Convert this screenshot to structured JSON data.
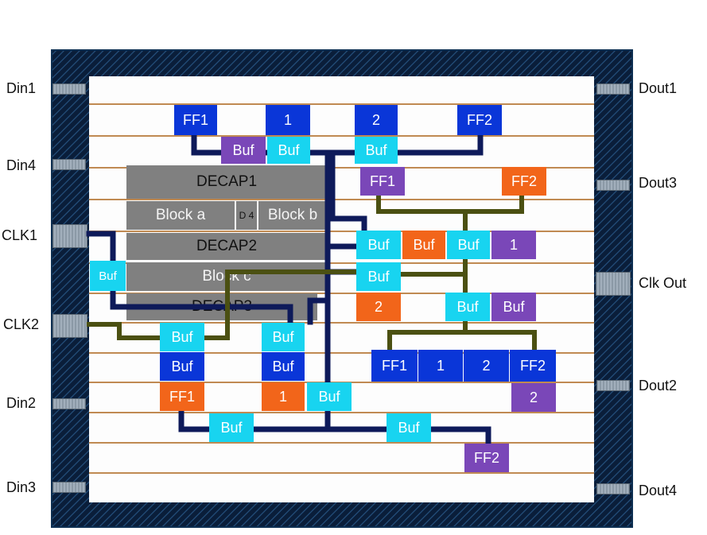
{
  "pins": {
    "din1": "Din1",
    "din4": "Din4",
    "clk1": "CLK1",
    "clk2": "CLK2",
    "din2": "Din2",
    "din3": "Din3",
    "dout1": "Dout1",
    "dout3": "Dout3",
    "clk_out": "Clk Out",
    "dout2": "Dout2",
    "dout4": "Dout4"
  },
  "blocks": {
    "decap1": "DECAP1",
    "block_a": "Block a",
    "d4": "D 4",
    "block_b": "Block b",
    "decap2": "DECAP2",
    "block_c": "Block c",
    "decap3": "DECAP3"
  },
  "cells": {
    "ff1_top": "FF1",
    "n1_top": "1",
    "n2_top": "2",
    "ff2_top": "FF2",
    "buf_pu_top": "Buf",
    "buf_top_a": "Buf",
    "buf_top_b": "Buf",
    "ff1_pu": "FF1",
    "ff2_or": "FF2",
    "buf_left": "Buf",
    "buf_mid1": "Buf",
    "buf_or_mid": "Buf",
    "buf_mid2": "Buf",
    "n1_pu_mid": "1",
    "buf_mid3": "Buf",
    "n2_or_mid": "2",
    "buf_mid4": "Buf",
    "buf_pu_mid": "Buf",
    "buf_l1": "Buf",
    "buf_l2": "Buf",
    "ff1_or_bot": "FF1",
    "buf_c1": "Buf",
    "buf_c2": "Buf",
    "n1_or_bot": "1",
    "buf_c3": "Buf",
    "ff1_row": "FF1",
    "n1_row": "1",
    "n2_row": "2",
    "ff2_row": "FF2",
    "n2_pu_bot": "2",
    "buf_b1": "Buf",
    "buf_b2": "Buf",
    "ff2_pu_bot": "FF2"
  },
  "colors": {
    "flipflop": "#0a36d8",
    "buffer": "#18d4f0",
    "purple_cell": "#7a47b8",
    "orange_cell": "#f2651a",
    "macro": "#808080",
    "clock_net": "#4b5012",
    "data_net": "#0e1a5a",
    "io_ring": "#0a1e3a",
    "row": "#c08a52"
  }
}
